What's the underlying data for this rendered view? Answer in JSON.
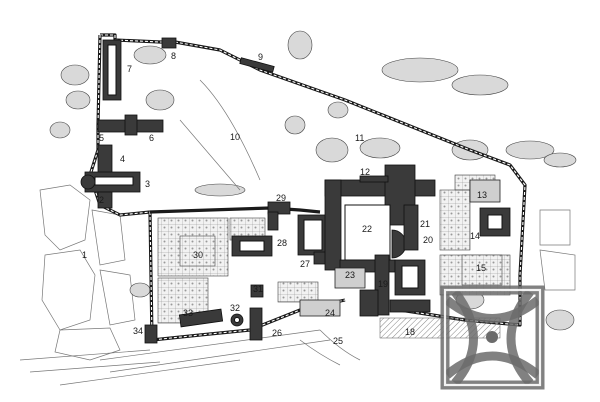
{
  "labels": [
    {
      "id": "1",
      "text": "1"
    },
    {
      "id": "2",
      "text": "2"
    },
    {
      "id": "3",
      "text": "3"
    },
    {
      "id": "4",
      "text": "4"
    },
    {
      "id": "5",
      "text": "5"
    },
    {
      "id": "6",
      "text": "6"
    },
    {
      "id": "7",
      "text": "7"
    },
    {
      "id": "8",
      "text": "8"
    },
    {
      "id": "9",
      "text": "9"
    },
    {
      "id": "10",
      "text": "10"
    },
    {
      "id": "11",
      "text": "11"
    },
    {
      "id": "12",
      "text": "12"
    },
    {
      "id": "13",
      "text": "13"
    },
    {
      "id": "14",
      "text": "14"
    },
    {
      "id": "15",
      "text": "15"
    },
    {
      "id": "18",
      "text": "18"
    },
    {
      "id": "19",
      "text": "19"
    },
    {
      "id": "20",
      "text": "20"
    },
    {
      "id": "21",
      "text": "21"
    },
    {
      "id": "22",
      "text": "22"
    },
    {
      "id": "23",
      "text": "23"
    },
    {
      "id": "24",
      "text": "24"
    },
    {
      "id": "25",
      "text": "25"
    },
    {
      "id": "26",
      "text": "26"
    },
    {
      "id": "27",
      "text": "27"
    },
    {
      "id": "28",
      "text": "28"
    },
    {
      "id": "29",
      "text": "29"
    },
    {
      "id": "30",
      "text": "30"
    },
    {
      "id": "31",
      "text": "31"
    },
    {
      "id": "32",
      "text": "32"
    },
    {
      "id": "33",
      "text": "33"
    },
    {
      "id": "34",
      "text": "34"
    }
  ],
  "colors": {
    "ink": "#1a1a1a",
    "paper": "#ffffff",
    "knot": "#6b6b6b"
  }
}
